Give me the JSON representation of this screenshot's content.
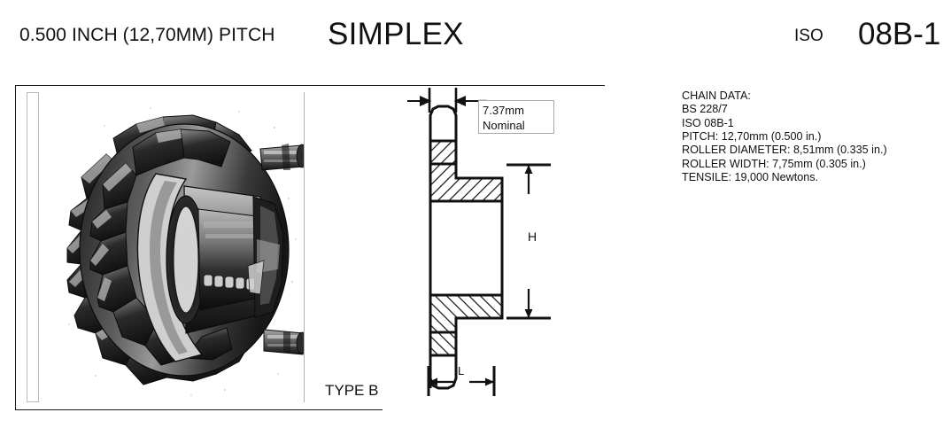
{
  "header": {
    "pitch_title": "0.500 INCH (12,70MM) PITCH",
    "product_title": "SIMPLEX",
    "standard_label": "ISO",
    "standard_code": "08B-1"
  },
  "drawing": {
    "type_label": "TYPE B",
    "callout": {
      "value": "7.37mm",
      "qualifier": "Nominal"
    },
    "dimensions": {
      "height_label": "H",
      "length_label": "L"
    }
  },
  "chain_data": {
    "heading": "CHAIN DATA:",
    "lines": [
      "BS 228/7",
      "ISO 08B-1",
      "PITCH: 12,70mm (0.500 in.)",
      "ROLLER DIAMETER: 8,51mm (0.335 in.)",
      "ROLLER WIDTH: 7,75mm (0.305 in.)",
      "TENSILE: 19,000 Newtons."
    ]
  },
  "colors": {
    "ink": "#111111",
    "frame": "#1a1a1a",
    "guide": "#b0b0b0",
    "paper": "#ffffff"
  }
}
